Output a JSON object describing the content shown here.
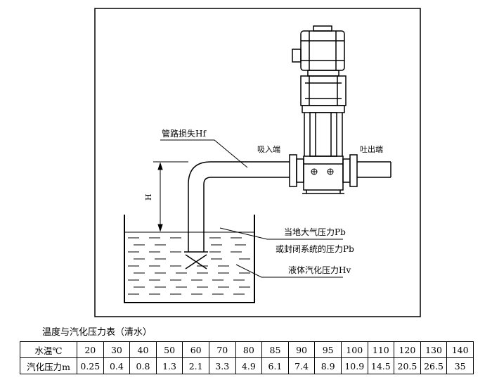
{
  "diagram": {
    "labels": {
      "pipe_loss": "管路损失Hf",
      "suction_end": "吸入端",
      "discharge_end": "吐出端",
      "height": "H",
      "atmospheric_pressure": "当地大气压力Pb",
      "closed_system_pressure": "或封闭系统的压力Pb",
      "vapor_pressure": "液体汽化压力Hv"
    }
  },
  "table": {
    "caption": "温度与汽化压力表（清水）",
    "row_labels": [
      "水温℃",
      "汽化压力m"
    ],
    "temperatures": [
      "20",
      "30",
      "40",
      "50",
      "60",
      "70",
      "80",
      "85",
      "90",
      "95",
      "100",
      "110",
      "120",
      "130",
      "140"
    ],
    "pressures": [
      "0.25",
      "0.4",
      "0.8",
      "1.3",
      "2.1",
      "3.3",
      "4.9",
      "6.1",
      "7.4",
      "8.9",
      "10.9",
      "14.5",
      "20.5",
      "26.5",
      "35"
    ]
  }
}
